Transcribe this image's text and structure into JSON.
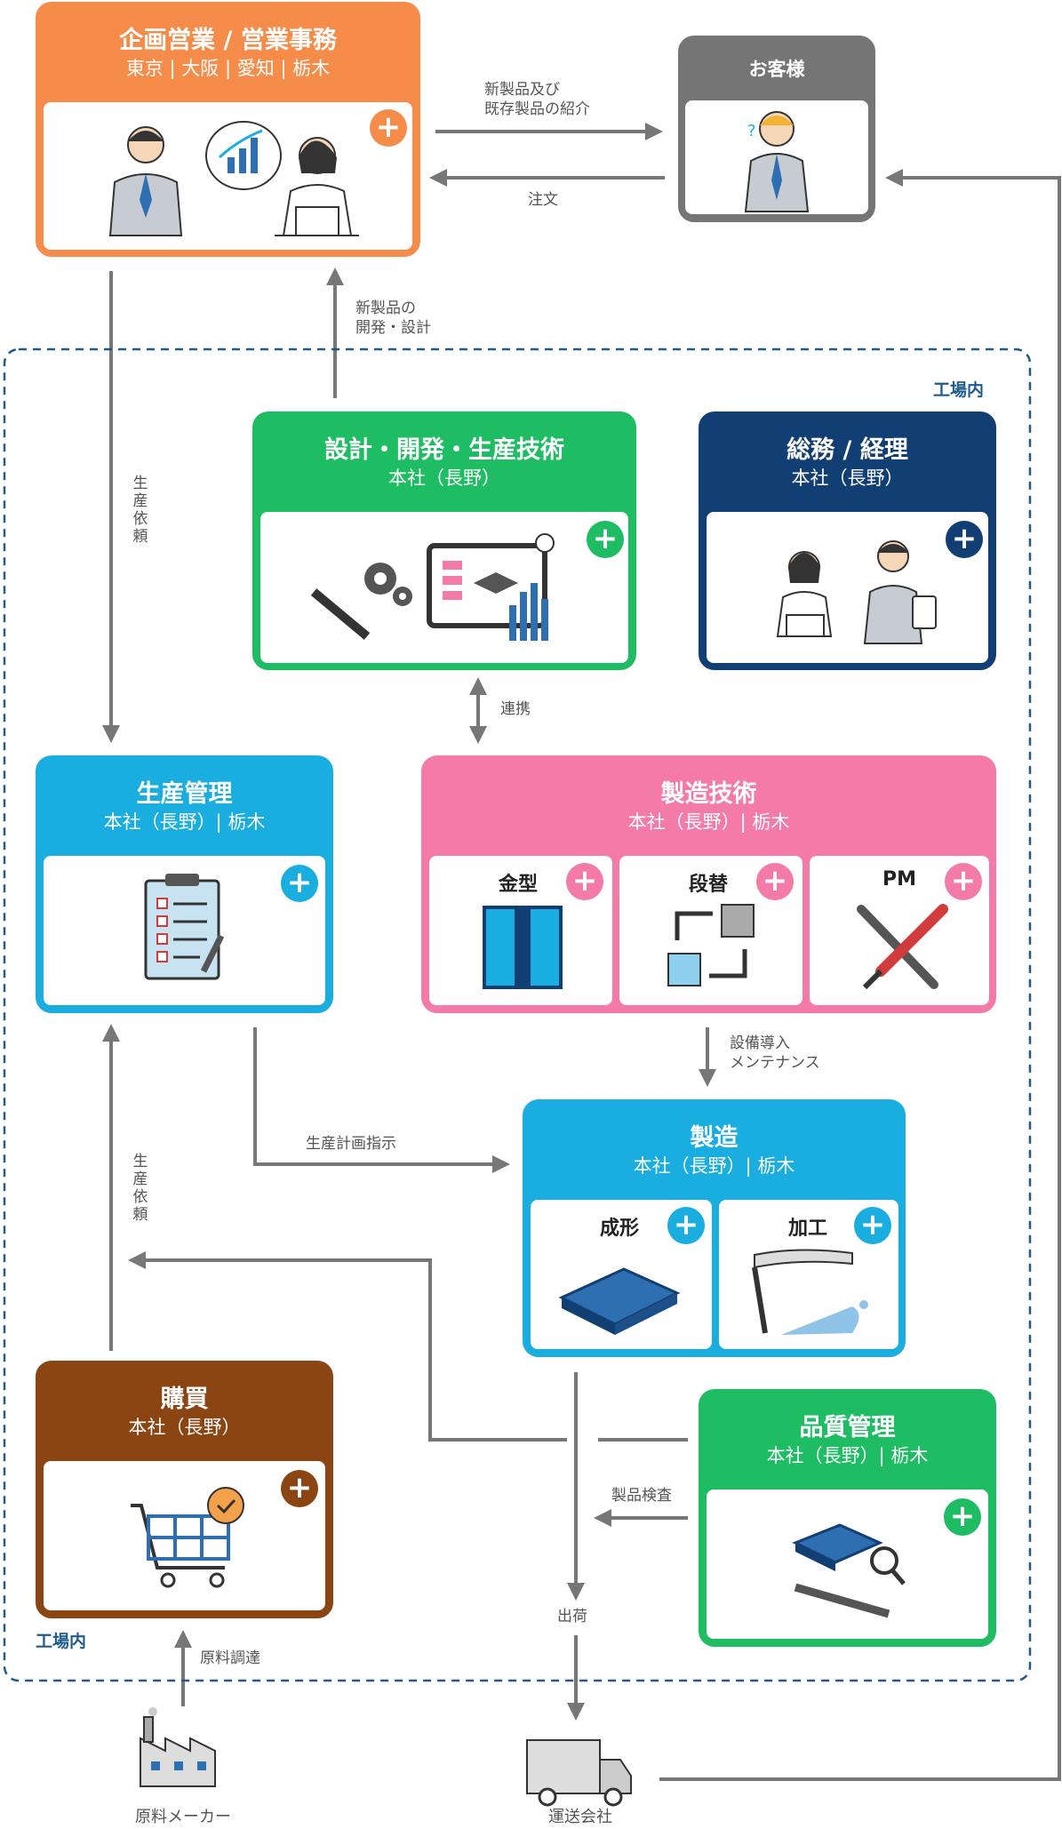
{
  "colors": {
    "orange": "#f58c4a",
    "grey": "#757575",
    "green": "#1ebd63",
    "navy": "#123f73",
    "cyan": "#19ade0",
    "pink": "#f47aa8",
    "brown": "#8b4513",
    "arrow": "#777777",
    "zone": "#1e5b8c"
  },
  "zone_label": "工場内",
  "sales": {
    "title": "企画営業 / 営業事務",
    "sub": "東京 | 大阪 | 愛知 | 栃木"
  },
  "customer": {
    "title": "お客様"
  },
  "design": {
    "title": "設計・開発・生産技術",
    "sub": "本社（長野）"
  },
  "admin": {
    "title": "総務 / 経理",
    "sub": "本社（長野）"
  },
  "production_mgmt": {
    "title": "生産管理",
    "sub": "本社（長野）| 栃木"
  },
  "mfg_tech": {
    "title": "製造技術",
    "sub": "本社（長野）| 栃木",
    "items": [
      "金型",
      "段替",
      "PM"
    ]
  },
  "manufacturing": {
    "title": "製造",
    "sub": "本社（長野）| 栃木",
    "items": [
      "成形",
      "加工"
    ]
  },
  "purchasing": {
    "title": "購買",
    "sub": "本社（長野）"
  },
  "quality": {
    "title": "品質管理",
    "sub": "本社（長野）| 栃木"
  },
  "labels": {
    "intro": "新製品及び\n既存製品の紹介",
    "order": "注文",
    "new_dev": "新製品の\n開発・設計",
    "request1": "生産依頼",
    "coop": "連携",
    "equip": "設備導入\nメンテナンス",
    "plan": "生産計画指示",
    "request2": "生産依頼",
    "inspection": "製品検査",
    "ship": "出荷",
    "material": "原料調達"
  },
  "external": {
    "supplier": "原料メーカー",
    "carrier": "運送会社"
  },
  "plus": "+"
}
